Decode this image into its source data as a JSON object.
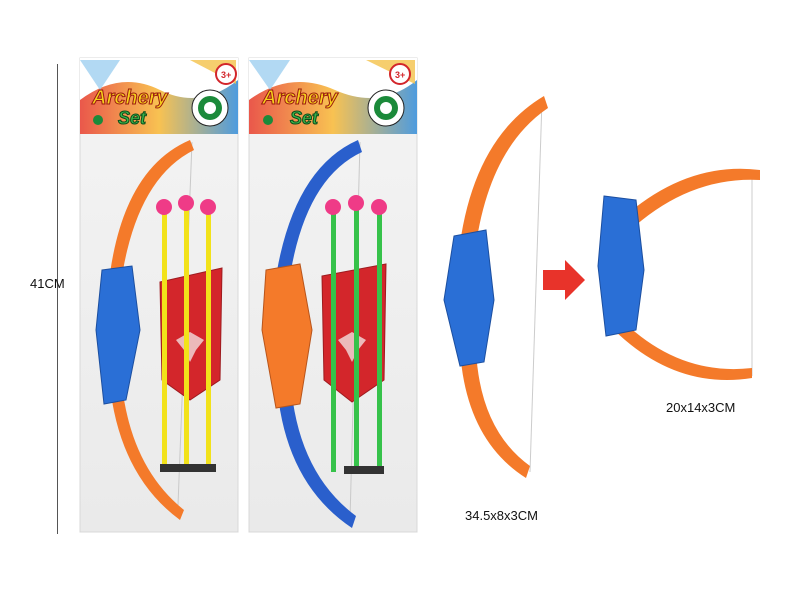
{
  "packages": [
    {
      "logo_line1": "Archery",
      "logo_line2": "Set",
      "age_badge": "3+",
      "limb_color": "#f47a2a",
      "grip_color": "#2a6fd6",
      "quiver_color": "#d3262b",
      "arrow_shaft_color": "#f2e21a",
      "arrow_tip_color": "#ef3b87"
    },
    {
      "logo_line1": "Archery",
      "logo_line2": "Set",
      "age_badge": "3+",
      "limb_color": "#2a5fcc",
      "grip_color": "#f47a2a",
      "quiver_color": "#d3262b",
      "arrow_shaft_color": "#36c24a",
      "arrow_tip_color": "#ef3b87"
    }
  ],
  "dimensions": {
    "height": "41CM",
    "bow_extended": "34.5x8x3CM",
    "bow_folded": "20x14x3CM"
  },
  "colors": {
    "bow_limb": "#f47a2a",
    "bow_grip": "#2a6fd6",
    "arrow_indicator": "#e8332a"
  },
  "icons": [
    "target-icon",
    "arrow-right-icon",
    "eagle-emblem-icon"
  ]
}
